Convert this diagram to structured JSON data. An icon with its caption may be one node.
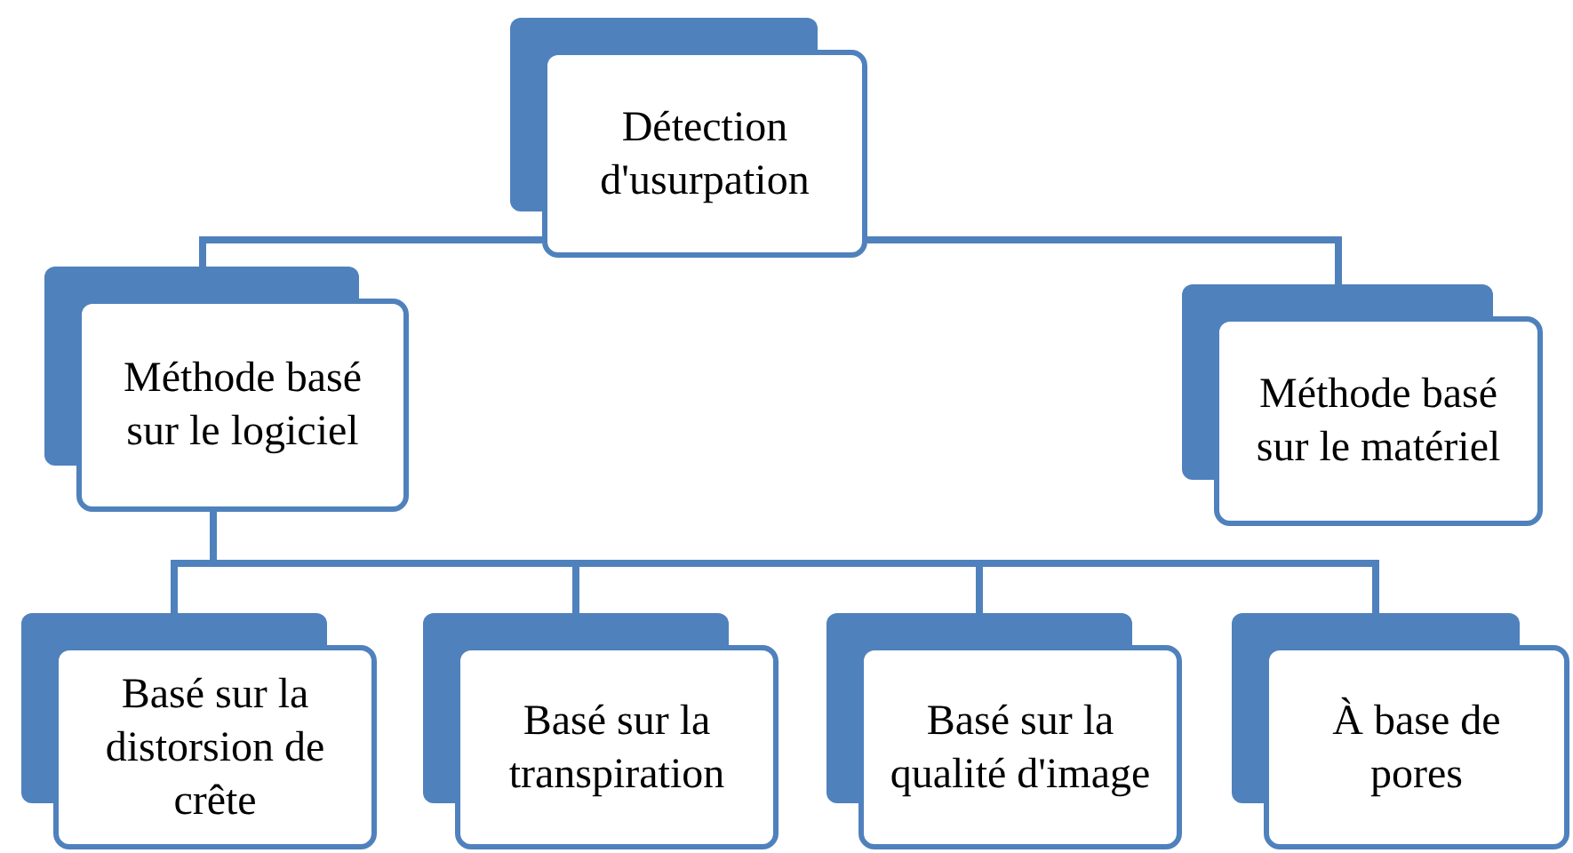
{
  "diagram": {
    "nodes": [
      {
        "text": [
          "Détection d'usurpation"
        ]
      },
      {
        "text": [
          "Méthode basé sur le logiciel"
        ]
      },
      {
        "text": [
          "Méthode basé sur le matériel"
        ]
      },
      {
        "text": [
          "Basé sur la distorsion de crête"
        ]
      },
      {
        "text": [
          "Basé sur la transpiration"
        ]
      },
      {
        "text": [
          "Basé sur la qualité d'image"
        ]
      },
      {
        "text": [
          "À base de pores"
        ]
      }
    ],
    "edges": [
      {
        "from": 0,
        "to": 1,
        "arrow": "none"
      },
      {
        "from": 0,
        "to": 2,
        "arrow": "none"
      },
      {
        "from": 1,
        "to": 3,
        "arrow": "none"
      },
      {
        "from": 1,
        "to": 4,
        "arrow": "none"
      },
      {
        "from": 1,
        "to": 5,
        "arrow": "none"
      },
      {
        "from": 1,
        "to": 6,
        "arrow": "none"
      }
    ]
  }
}
